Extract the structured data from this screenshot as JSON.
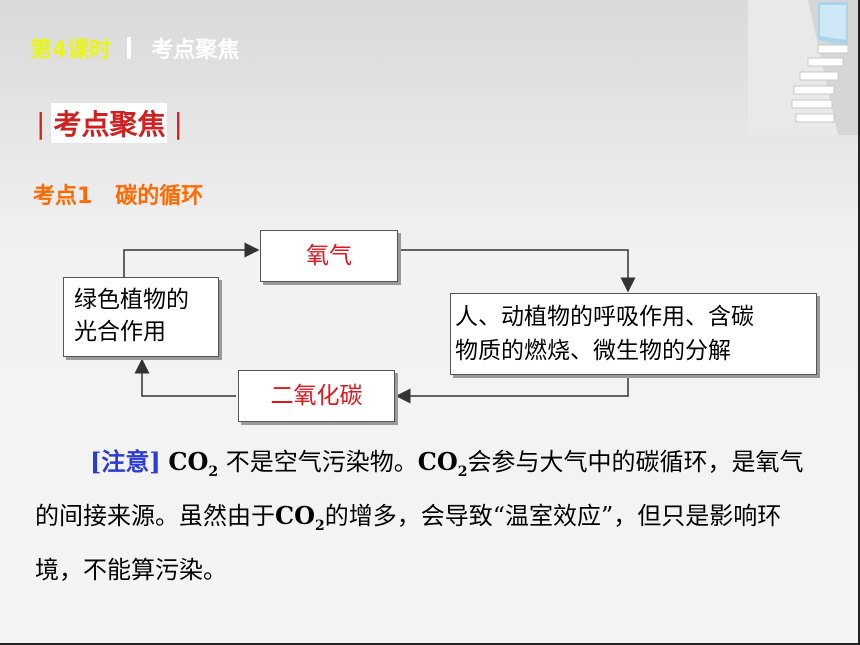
{
  "header": {
    "lesson": "第4课时",
    "topic": "考点聚焦"
  },
  "section_title": "考点聚焦",
  "point": {
    "number": "考点1",
    "title": "碳的循环"
  },
  "diagram": {
    "oxygen": "氧气",
    "photosynthesis": [
      "绿色植物的",
      "光合作用"
    ],
    "respiration": [
      "人、动植物的呼吸作用、含碳",
      "物质的燃烧、微生物的分解"
    ],
    "co2": "二氧化碳"
  },
  "note": {
    "tag": "[注意]",
    "co2_a": "CO",
    "sub_a": "2",
    "text_a": " 不是空气污染物。",
    "co2_b": "CO",
    "sub_b": "2",
    "text_b": "会参与大气中的碳循环，是氧气的间接来源。虽然由于",
    "co2_c": "CO",
    "sub_c": "2",
    "text_c": "的增多，会导致“温室效应”，但只是影响环境，不能算污染。"
  }
}
